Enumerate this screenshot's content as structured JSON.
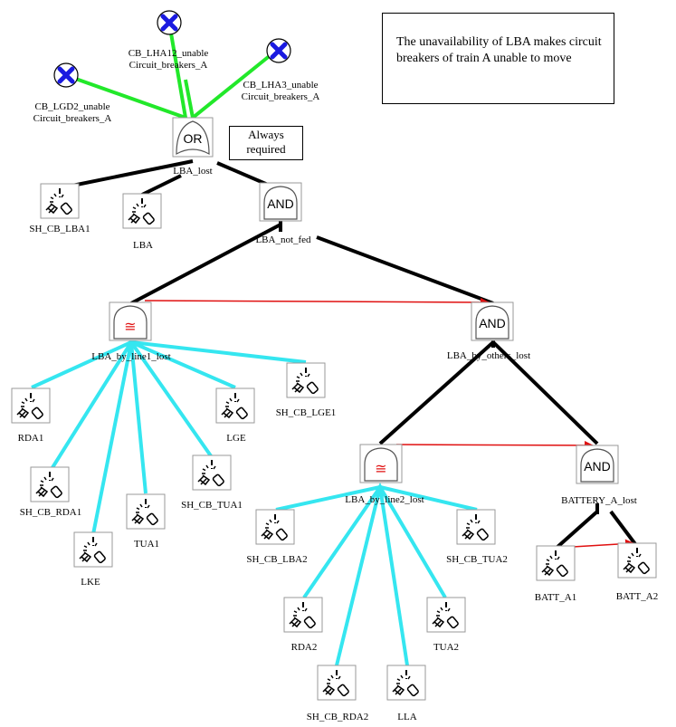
{
  "note": {
    "text": "The unavailability of LBA makes circuit breakers of  train A unable to move"
  },
  "always_required": {
    "text": "Always\nrequired"
  },
  "colors": {
    "green_edge": "#22e82a",
    "cyan_edge": "#35e6f0",
    "black_edge": "#000000",
    "red_arrow": "#e01010",
    "cross_blue": "#1a1ae0"
  },
  "icons": {
    "gate_or": "or-gate-icon",
    "gate_and": "and-gate-icon",
    "gate_approx": "approx-gate-icon",
    "basic_event": "basic-event-icon",
    "cross_event": "cross-event-icon"
  },
  "nodes": {
    "cb_lha12": {
      "l1": "CB_LHA12_unable",
      "l2": "Circuit_breakers_A"
    },
    "cb_lgd2": {
      "l1": "CB_LGD2_unable",
      "l2": "Circuit_breakers_A"
    },
    "cb_lha3": {
      "l1": "CB_LHA3_unable",
      "l2": "Circuit_breakers_A"
    },
    "or_gate": "OR",
    "lba_lost": "LBA_lost",
    "sh_cb_lba1": "SH_CB_LBA1",
    "lba": "LBA",
    "and1": "AND",
    "lba_not_fed": "LBA_not_fed",
    "lba_by_line1_lost": "LBA_by_line1_lost",
    "and2": "AND",
    "lba_by_others_lost": "LBA_by_others_lost",
    "rda1": "RDA1",
    "sh_cb_rda1": "SH_CB_RDA1",
    "lke": "LKE",
    "tua1": "TUA1",
    "sh_cb_tua1": "SH_CB_TUA1",
    "lge": "LGE",
    "sh_cb_lge1": "SH_CB_LGE1",
    "lba_by_line2_lost": "LBA_by_line2_lost",
    "and3": "AND",
    "battery_a_lost": "BATTERY_A_lost",
    "sh_cb_lba2": "SH_CB_LBA2",
    "rda2": "RDA2",
    "sh_cb_rda2": "SH_CB_RDA2",
    "lla": "LLA",
    "tua2": "TUA2",
    "sh_cb_tua2": "SH_CB_TUA2",
    "batt_a1": "BATT_A1",
    "batt_a2": "BATT_A2"
  }
}
